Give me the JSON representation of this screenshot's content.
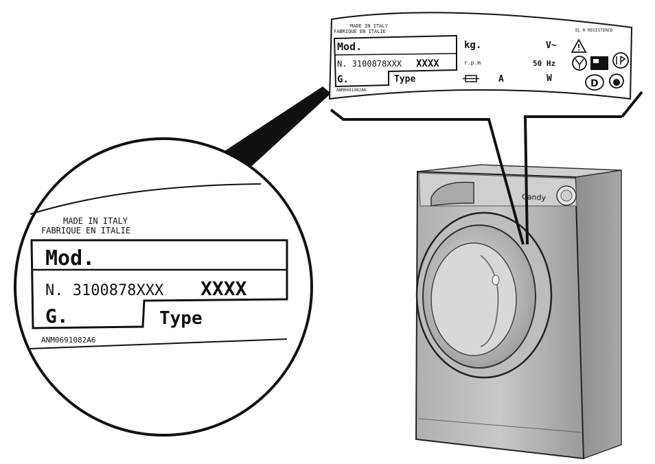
{
  "top_label": {
    "made_in": "MADE IN ITALY",
    "fabrique": "FABRIQUE EN ITALIE",
    "registered": "EL R REGISTERED",
    "mod": "Mod.",
    "kg": "kg.",
    "voltage": "V~",
    "serial_prefix": "N. 3100878XXX",
    "serial_suffix": "XXXX",
    "rpm": "r.p.m",
    "hz": "50 Hz",
    "g": "G.",
    "type": "Type",
    "amps": "A",
    "watts": "W",
    "code": "ANM0691082A6",
    "d_mark": "D"
  },
  "zoom_label": {
    "made_in": "MADE IN ITALY",
    "fabrique": "FABRIQUE EN ITALIE",
    "mod": "Mod.",
    "serial_prefix": "N. 3100878XXX",
    "serial_suffix": "XXXX",
    "g": "G.",
    "type": "Type",
    "code": "ANM0691082A6"
  },
  "machine": {
    "brand": "Candy"
  }
}
